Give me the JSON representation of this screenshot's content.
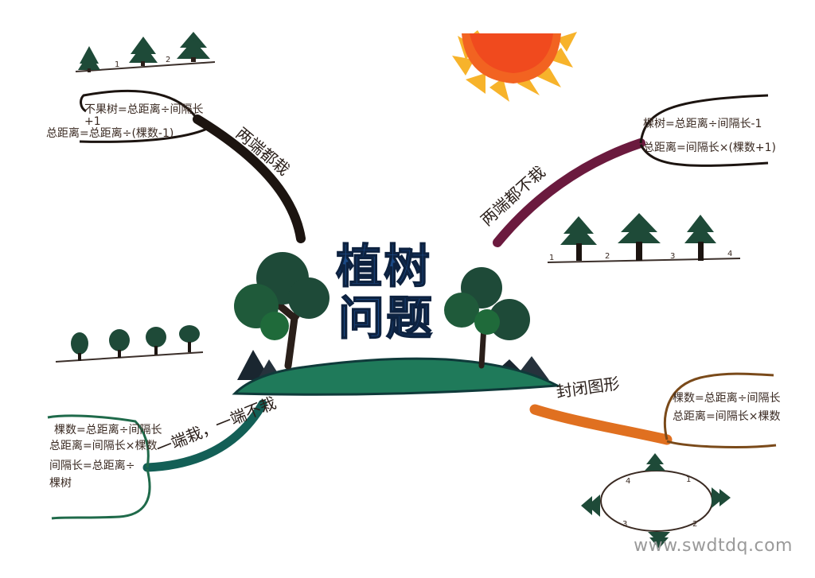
{
  "center": {
    "title_line1": "植树",
    "title_line2": "问题"
  },
  "branches": {
    "both_ends": {
      "label": "两端都栽",
      "note_line1": "不果树=总距离÷间隔长",
      "note_line2": "+1",
      "note_line3": "总距离=总距离÷(棵数-1)",
      "tree_numbers": [
        "1",
        "2"
      ]
    },
    "neither_end": {
      "label": "两端都不栽",
      "note_line1": "棵树=总距离÷间隔长-1",
      "note_line2": "总距离=间隔长×(棵数+1)",
      "tree_numbers": [
        "1",
        "2",
        "3",
        "4"
      ]
    },
    "one_end": {
      "label": "一端栽，一端不栽",
      "note_line1": "棵数=总距离÷间隔长",
      "note_line2": "总距离=间隔长×棵数",
      "note_line3": "间隔长=总距离÷",
      "note_line4": "棵树"
    },
    "closed": {
      "label": "封闭图形",
      "note_line1": "棵数=总距离÷间隔长",
      "note_line2": "总距离=间隔长×棵数",
      "loop_numbers": [
        "1",
        "2",
        "3",
        "4"
      ]
    }
  },
  "watermark": "www.swdtdq.com",
  "colors": {
    "title": "#1b4a86",
    "branch_both_ends": "#1c1410",
    "branch_neither_end": "#6b1a3e",
    "branch_one_end": "#135f56",
    "branch_closed": "#e07020",
    "sun": "#f05a1c",
    "hill": "#1f7a5a",
    "tree_dark": "#1e4a38"
  }
}
